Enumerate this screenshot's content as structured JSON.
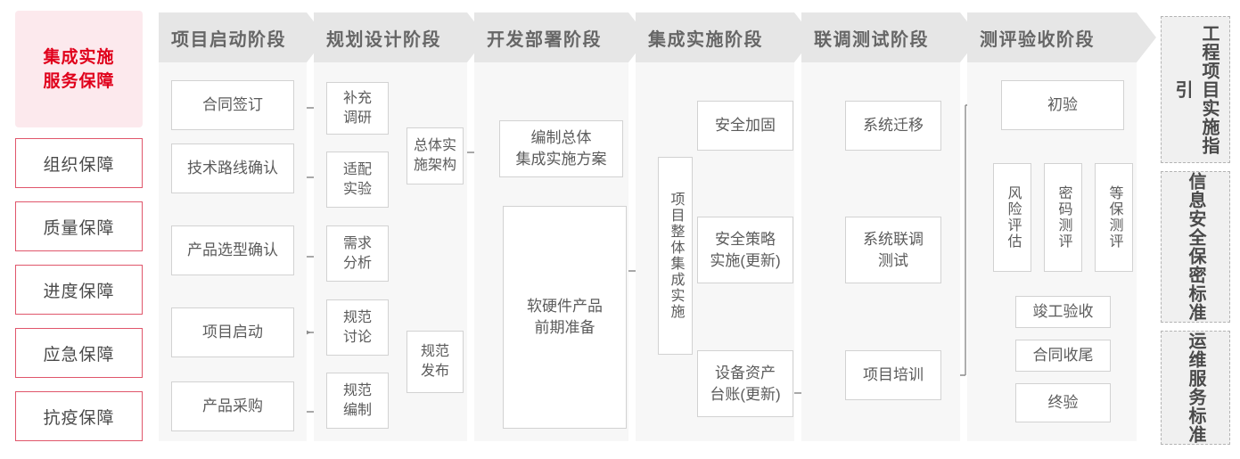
{
  "guarantee": {
    "title_lines": [
      "集成实施",
      "服务保障"
    ],
    "title_text": "集成实施服务保障",
    "accent_color": "#e0001b",
    "bg_color": "#fce9ed",
    "border_color": "#e0566b",
    "items": [
      {
        "label": "组织保障"
      },
      {
        "label": "质量保障"
      },
      {
        "label": "进度保障"
      },
      {
        "label": "应急保障"
      },
      {
        "label": "抗疫保障"
      }
    ]
  },
  "stages": [
    {
      "id": "startup",
      "header": "项目启动阶段",
      "nodes": [
        {
          "id": "contract-sign",
          "label": "合同签订"
        },
        {
          "id": "tech-route",
          "label": "技术路线确认"
        },
        {
          "id": "product-select",
          "label": "产品选型确认"
        },
        {
          "id": "project-kickoff",
          "label": "项目启动"
        },
        {
          "id": "product-purchase",
          "label": "产品采购"
        }
      ]
    },
    {
      "id": "planning",
      "header": "规划设计阶段",
      "nodes": [
        {
          "id": "extra-research",
          "label": "补充\n调研"
        },
        {
          "id": "adapt-test",
          "label": "适配\n实验"
        },
        {
          "id": "req-analysis",
          "label": "需求\n分析"
        },
        {
          "id": "spec-discuss",
          "label": "规范\n讨论"
        },
        {
          "id": "spec-draft",
          "label": "规范\n编制"
        },
        {
          "id": "overall-arch",
          "label": "总体实\n施架构"
        },
        {
          "id": "spec-release",
          "label": "规范\n发布"
        }
      ]
    },
    {
      "id": "development",
      "header": "开发部署阶段",
      "nodes": [
        {
          "id": "compile-plan",
          "label": "编制总体\n集成实施方案"
        },
        {
          "id": "hw-sw-prep",
          "label": "软硬件产品\n前期准备"
        }
      ]
    },
    {
      "id": "integration",
      "header": "集成实施阶段",
      "nodes": [
        {
          "id": "overall-integration",
          "label": "项目整体集成实施"
        },
        {
          "id": "security-harden",
          "label": "安全加固"
        },
        {
          "id": "security-policy",
          "label": "安全策略\n实施(更新)"
        },
        {
          "id": "asset-ledger",
          "label": "设备资产\n台账(更新)"
        }
      ]
    },
    {
      "id": "joint-test",
      "header": "联调测试阶段",
      "nodes": [
        {
          "id": "system-migration",
          "label": "系统迁移"
        },
        {
          "id": "joint-debug-test",
          "label": "系统联调\n测试"
        },
        {
          "id": "project-training",
          "label": "项目培训"
        }
      ]
    },
    {
      "id": "acceptance",
      "header": "测评验收阶段",
      "nodes": [
        {
          "id": "initial-accept",
          "label": "初验"
        },
        {
          "id": "risk-assess",
          "label": "风险评估"
        },
        {
          "id": "crypto-eval",
          "label": "密码测评"
        },
        {
          "id": "mlps-eval",
          "label": "等保测评"
        },
        {
          "id": "completion-accept",
          "label": "竣工验收"
        },
        {
          "id": "contract-close",
          "label": "合同收尾"
        },
        {
          "id": "final-accept",
          "label": "终验"
        }
      ]
    }
  ],
  "standards": [
    {
      "id": "eng-guide",
      "label": "工程项目实施指引"
    },
    {
      "id": "infosec",
      "label": "信息安全保密标准"
    },
    {
      "id": "ops-service",
      "label": "运维服务标准"
    }
  ],
  "colors": {
    "stage_header_bg": "#e6e6e6",
    "stage_header_text": "#666666",
    "stage_body_bg": "#f7f7f7",
    "node_border": "#d2d2d2",
    "node_text": "#5b5b5b",
    "wire": "#8c8c8c",
    "standards_bg": "#f0f0f0",
    "standards_border": "#b4b4b4"
  }
}
